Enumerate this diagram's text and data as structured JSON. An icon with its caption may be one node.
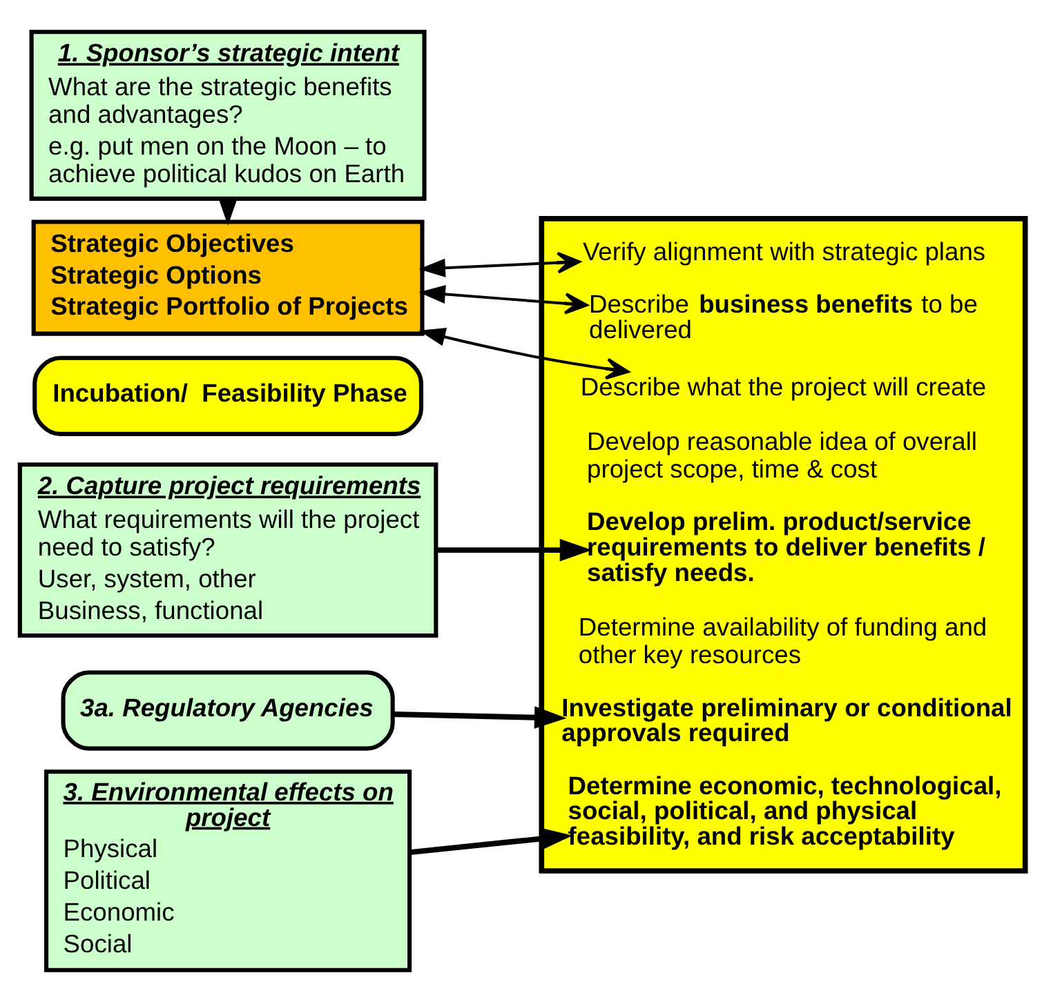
{
  "diagram": {
    "nodes": [
      {
        "text": [
          "1. Sponsor’s strategic intent",
          "What are the strategic benefits and advantages?",
          "e.g. put men on the Moon – to achieve political kudos on Earth"
        ]
      },
      {
        "text": [
          "Strategic Objectives",
          "Strategic Options",
          "Strategic Portfolio of Projects"
        ]
      },
      {
        "text": [
          "Incubation/  Feasibility Phase"
        ]
      },
      {
        "text": [],
        "shape": "box"
      },
      {
        "text": [
          "Describe what the project will create"
        ],
        "in": 3
      },
      {
        "text": [
          "Describe **business benefits** to be delivered"
        ],
        "in": 3
      },
      {
        "text": [
          "Verify alignment with strategic plans"
        ],
        "in": 3
      },
      {
        "text": [
          "Develop prelim. product/service requirements to deliver benefits / satisfy needs."
        ],
        "in": 3
      },
      {
        "text": [
          "Develop reasonable idea of overall project scope, time & cost"
        ],
        "in": 3
      },
      {
        "text": [
          "Determine availability of funding and other key resources"
        ],
        "in": 3
      },
      {
        "text": [
          "Investigate preliminary or conditional approvals required"
        ],
        "in": 3
      },
      {
        "text": [
          "Determine economic, technological, social, political, and physical feasibility, and risk acceptability"
        ],
        "in": 3
      },
      {
        "text": [
          "2. Capture project requirements",
          "What requirements will the project need to satisfy?",
          "User, system, other",
          "Business, functional"
        ]
      },
      {
        "text": [
          "3a. Regulatory Agencies"
        ]
      },
      {
        "text": [
          "3. Environmental effects on project",
          "Physical",
          "Political",
          "Economic",
          "Social"
        ]
      }
    ],
    "edges": [
      {
        "from": 0,
        "to": 1,
        "arrow": "to"
      },
      {
        "from": 1,
        "to": 4,
        "arrow": "both"
      },
      {
        "from": 1,
        "to": 5,
        "arrow": "both"
      },
      {
        "from": 1,
        "to": 6,
        "arrow": "both"
      },
      {
        "from": 12,
        "to": 7,
        "arrow": "to",
        "style": "thick"
      },
      {
        "from": 13,
        "to": 10,
        "arrow": "to",
        "style": "thick"
      },
      {
        "from": 14,
        "to": 11,
        "arrow": "to",
        "style": "thick"
      }
    ]
  }
}
